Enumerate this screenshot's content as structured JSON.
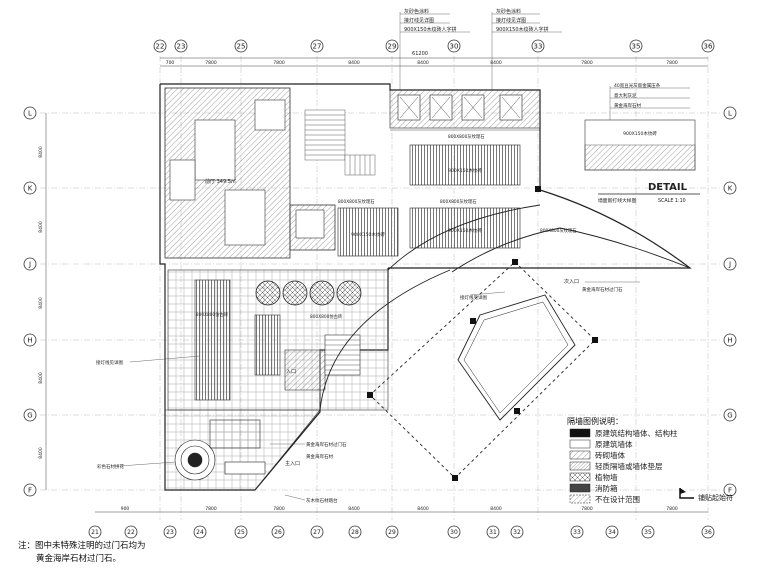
{
  "grid": {
    "columns": [
      "22",
      "23",
      "25",
      "27",
      "29",
      "30",
      "33",
      "35",
      "36"
    ],
    "column_dims_top": [
      "700",
      "7800",
      "7800",
      "8400",
      "8400",
      "8400",
      "7800",
      "7800"
    ],
    "column_dims_bottom": [
      "900",
      "7800",
      "7800",
      "8400",
      "8400",
      "8400",
      "7800",
      "7800"
    ],
    "overall_dim": "61200",
    "rows": [
      "L",
      "K",
      "J",
      "H",
      "G",
      "F"
    ],
    "row_dims": [
      "8400",
      "8400",
      "8400",
      "8400",
      "8400"
    ],
    "bottom_cols_extra": [
      "21",
      "22",
      "23",
      "24",
      "25",
      "26",
      "27",
      "28",
      "29",
      "30",
      "31",
      "32",
      "33",
      "34",
      "35",
      "36"
    ]
  },
  "top_labels": {
    "left": [
      "灰砂色涂料",
      "接灯线见详图",
      "900X150木纹砖人字拼"
    ],
    "right": [
      "灰砂色涂料",
      "接灯线见详图",
      "900X150木纹砖人字拼"
    ]
  },
  "detail": {
    "notes": [
      "40宽豆光灰嵌金属压条",
      "意大利灰泥",
      "黄金海岸石材"
    ],
    "tile_label": "900X150木纹砖",
    "title": "DETAIL",
    "scale": "SCALE  1:10",
    "subtitle": "墙面嵌打线大样图"
  },
  "room_labels": {
    "lobby": "前厅  349.5㎡",
    "grid1": "800X800灰纹理石",
    "grid2": "900X150木纹砖",
    "grid3": "800X800灰纹理石",
    "grid4": "900X150木纹砖",
    "grid5": "800X800灰纹理石",
    "grid6": "900X150木纹砖",
    "grid7": "800X800仿古砖",
    "grid8": "800X800灰纹理石",
    "grid9": "800X800仿古砖",
    "entrance_main": "主入口",
    "entrance_2": "次入口",
    "entrance_3": "入口",
    "callout1": "接灯线见详图",
    "callout2": "接灯线见详图",
    "callout3": "彩色石材拼花",
    "callout4": "黄金海岸石材过门石",
    "callout5": "黄金海岸石材",
    "callout6": "灰木纹石材踏台",
    "callout7": "黄金海岸石材过门石"
  },
  "legend": {
    "title": "隔墙图例说明：",
    "items": [
      {
        "label": "原建筑结构墙体、结构柱",
        "style": "solid"
      },
      {
        "label": "原建筑墙体",
        "style": "outline"
      },
      {
        "label": "砖砌墙体",
        "style": "hatch"
      },
      {
        "label": "轻质隔墙或墙体垫层",
        "style": "dense-hatch"
      },
      {
        "label": "植物墙",
        "style": "cross"
      },
      {
        "label": "消防箱",
        "style": "dark"
      },
      {
        "label": "不在设计范围",
        "style": "diag"
      }
    ],
    "start_symbol": "铺贴起始符"
  },
  "note": {
    "line1": "注：图中未特殊注明的过门石均为",
    "line2": "黄金海岸石材过门石。"
  },
  "colors": {
    "line": "#333333",
    "fill": "#ffffff",
    "solid": "#111111"
  }
}
